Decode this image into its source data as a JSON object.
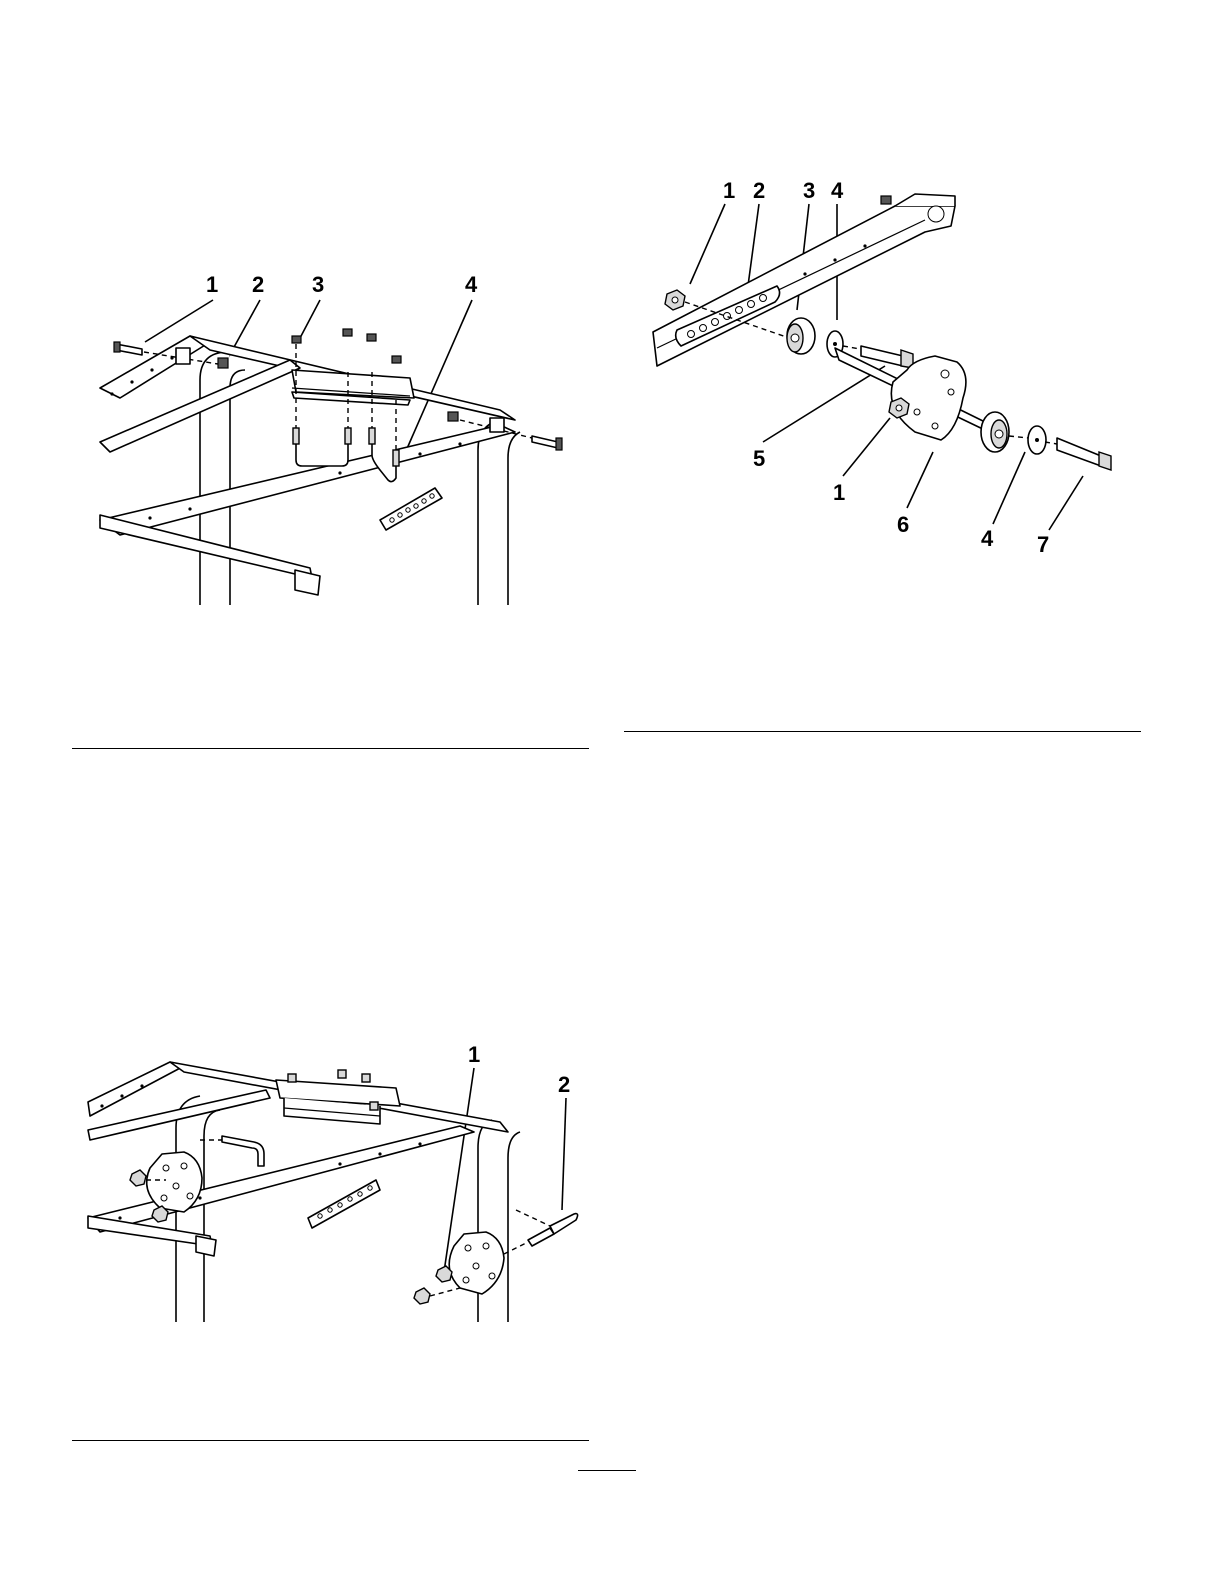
{
  "figures": [
    {
      "id": "figure-top-left",
      "callouts": [
        "1",
        "2",
        "3",
        "4"
      ]
    },
    {
      "id": "figure-top-right",
      "callouts": [
        "1",
        "2",
        "3",
        "4",
        "5",
        "1",
        "6",
        "4",
        "7"
      ]
    },
    {
      "id": "figure-bottom-left",
      "callouts": [
        "1",
        "2"
      ]
    }
  ],
  "colors": {
    "line": "#000000",
    "background": "#ffffff"
  }
}
